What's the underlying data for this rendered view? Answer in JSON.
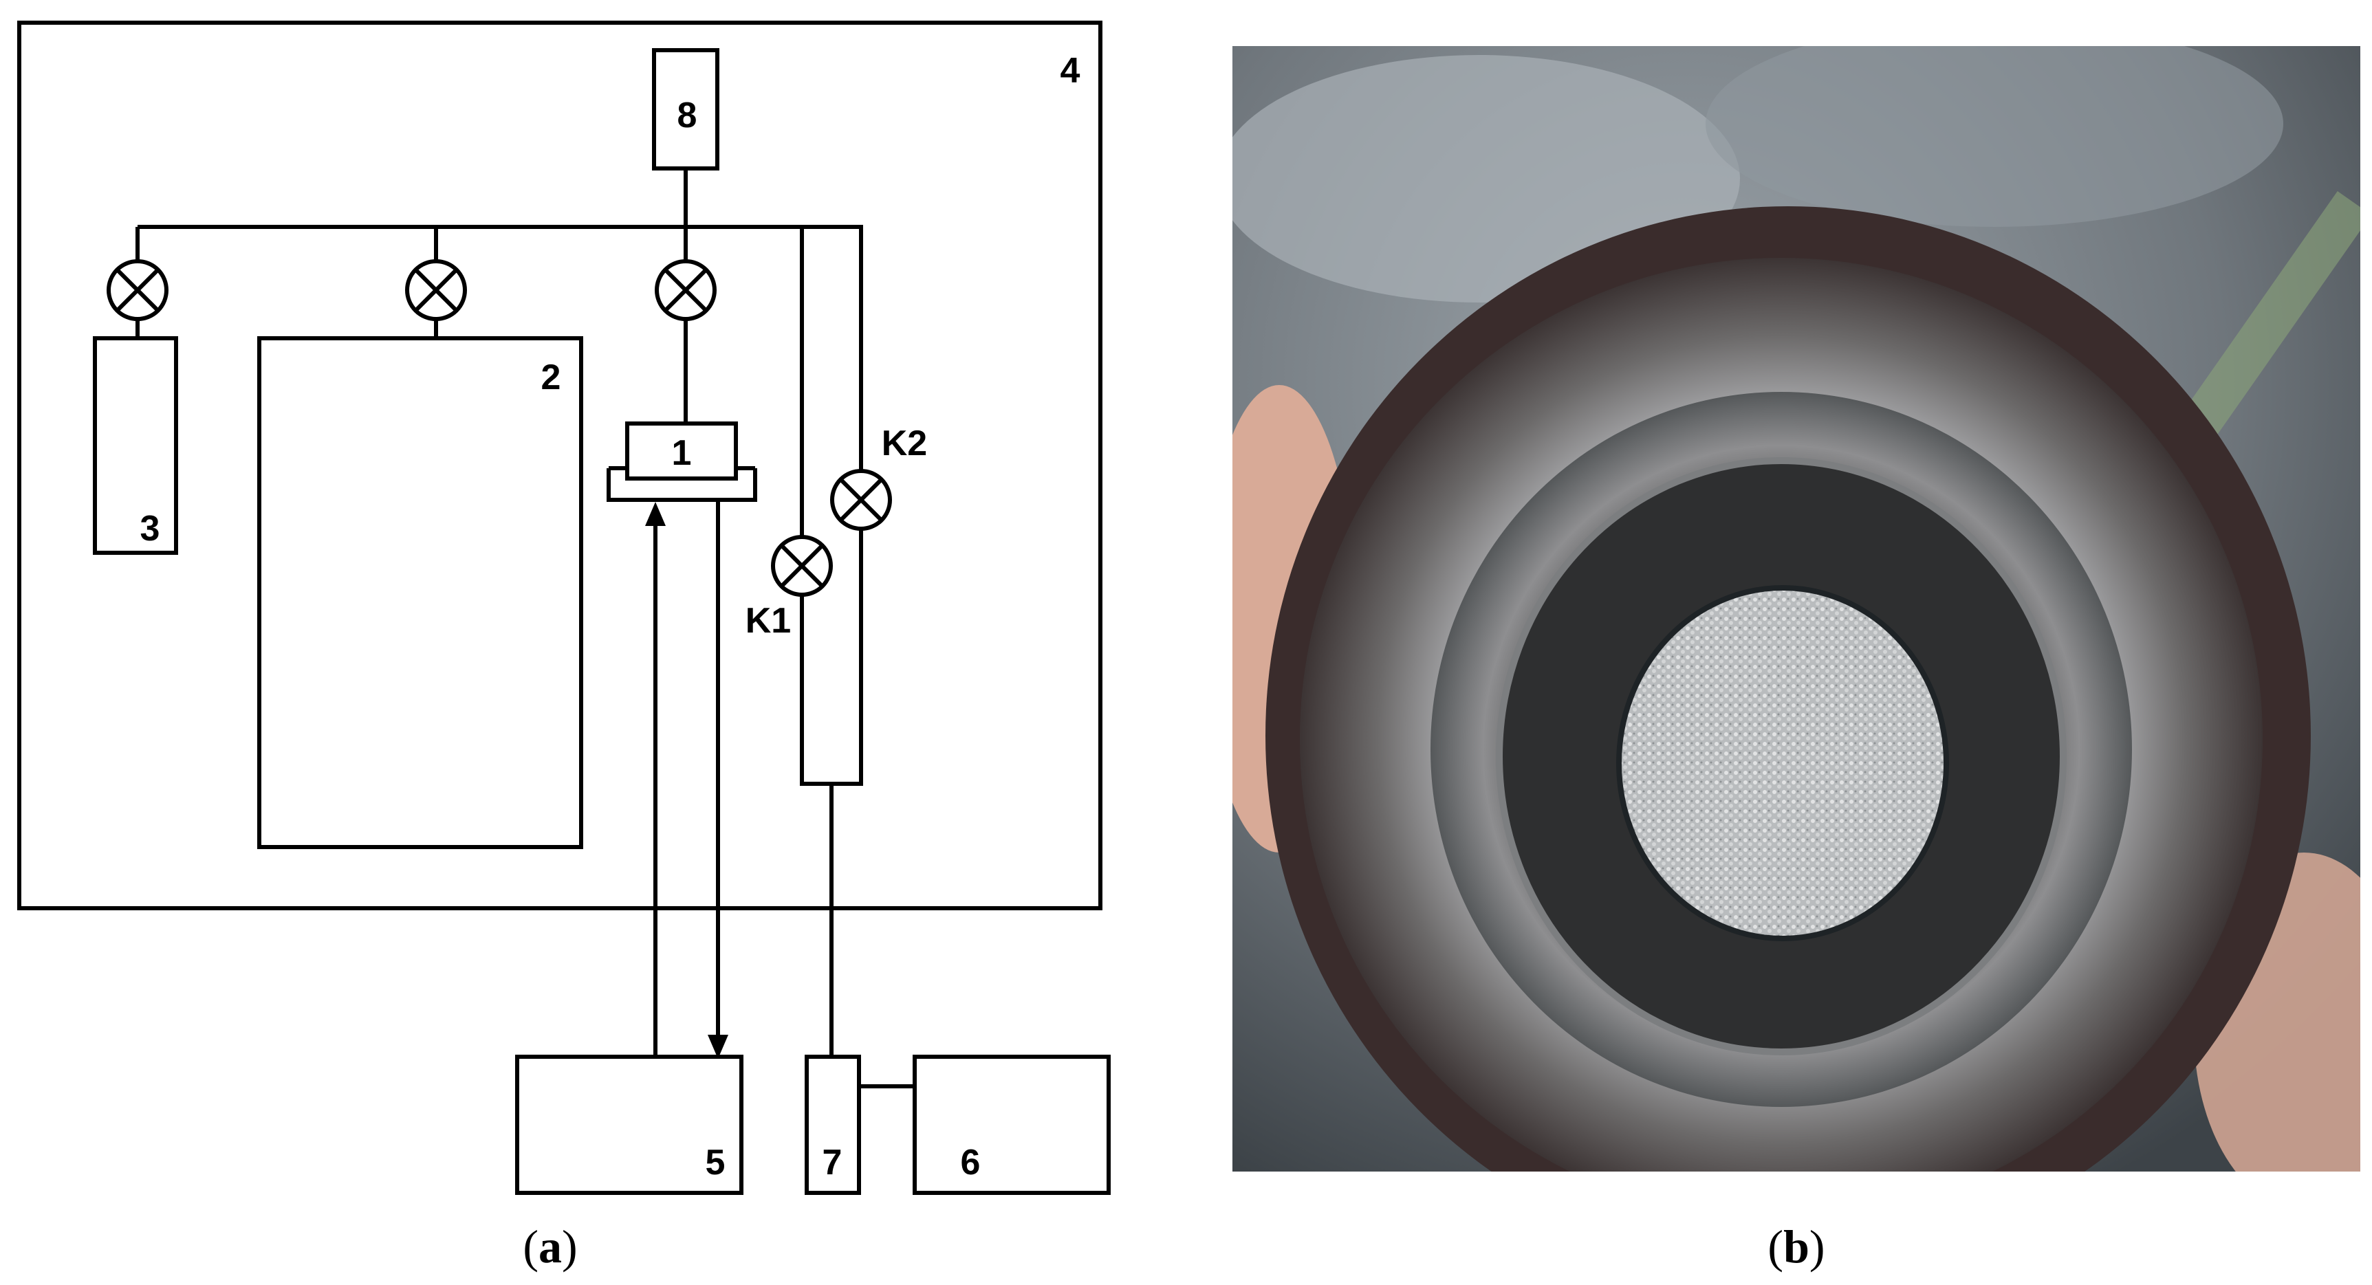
{
  "panel_a": {
    "labels": {
      "bottle": "3",
      "vessel": "2",
      "sample": "1",
      "enclosure": "4",
      "top_unit": "8",
      "unit_5": "5",
      "unit_7": "7",
      "unit_6": "6",
      "valve_k1": "K1",
      "valve_k2": "K2"
    },
    "caption_letter": "a"
  },
  "panel_b": {
    "caption_letter": "b"
  },
  "icons": [
    "valve-icon",
    "arrow-up-icon",
    "arrow-down-icon"
  ]
}
